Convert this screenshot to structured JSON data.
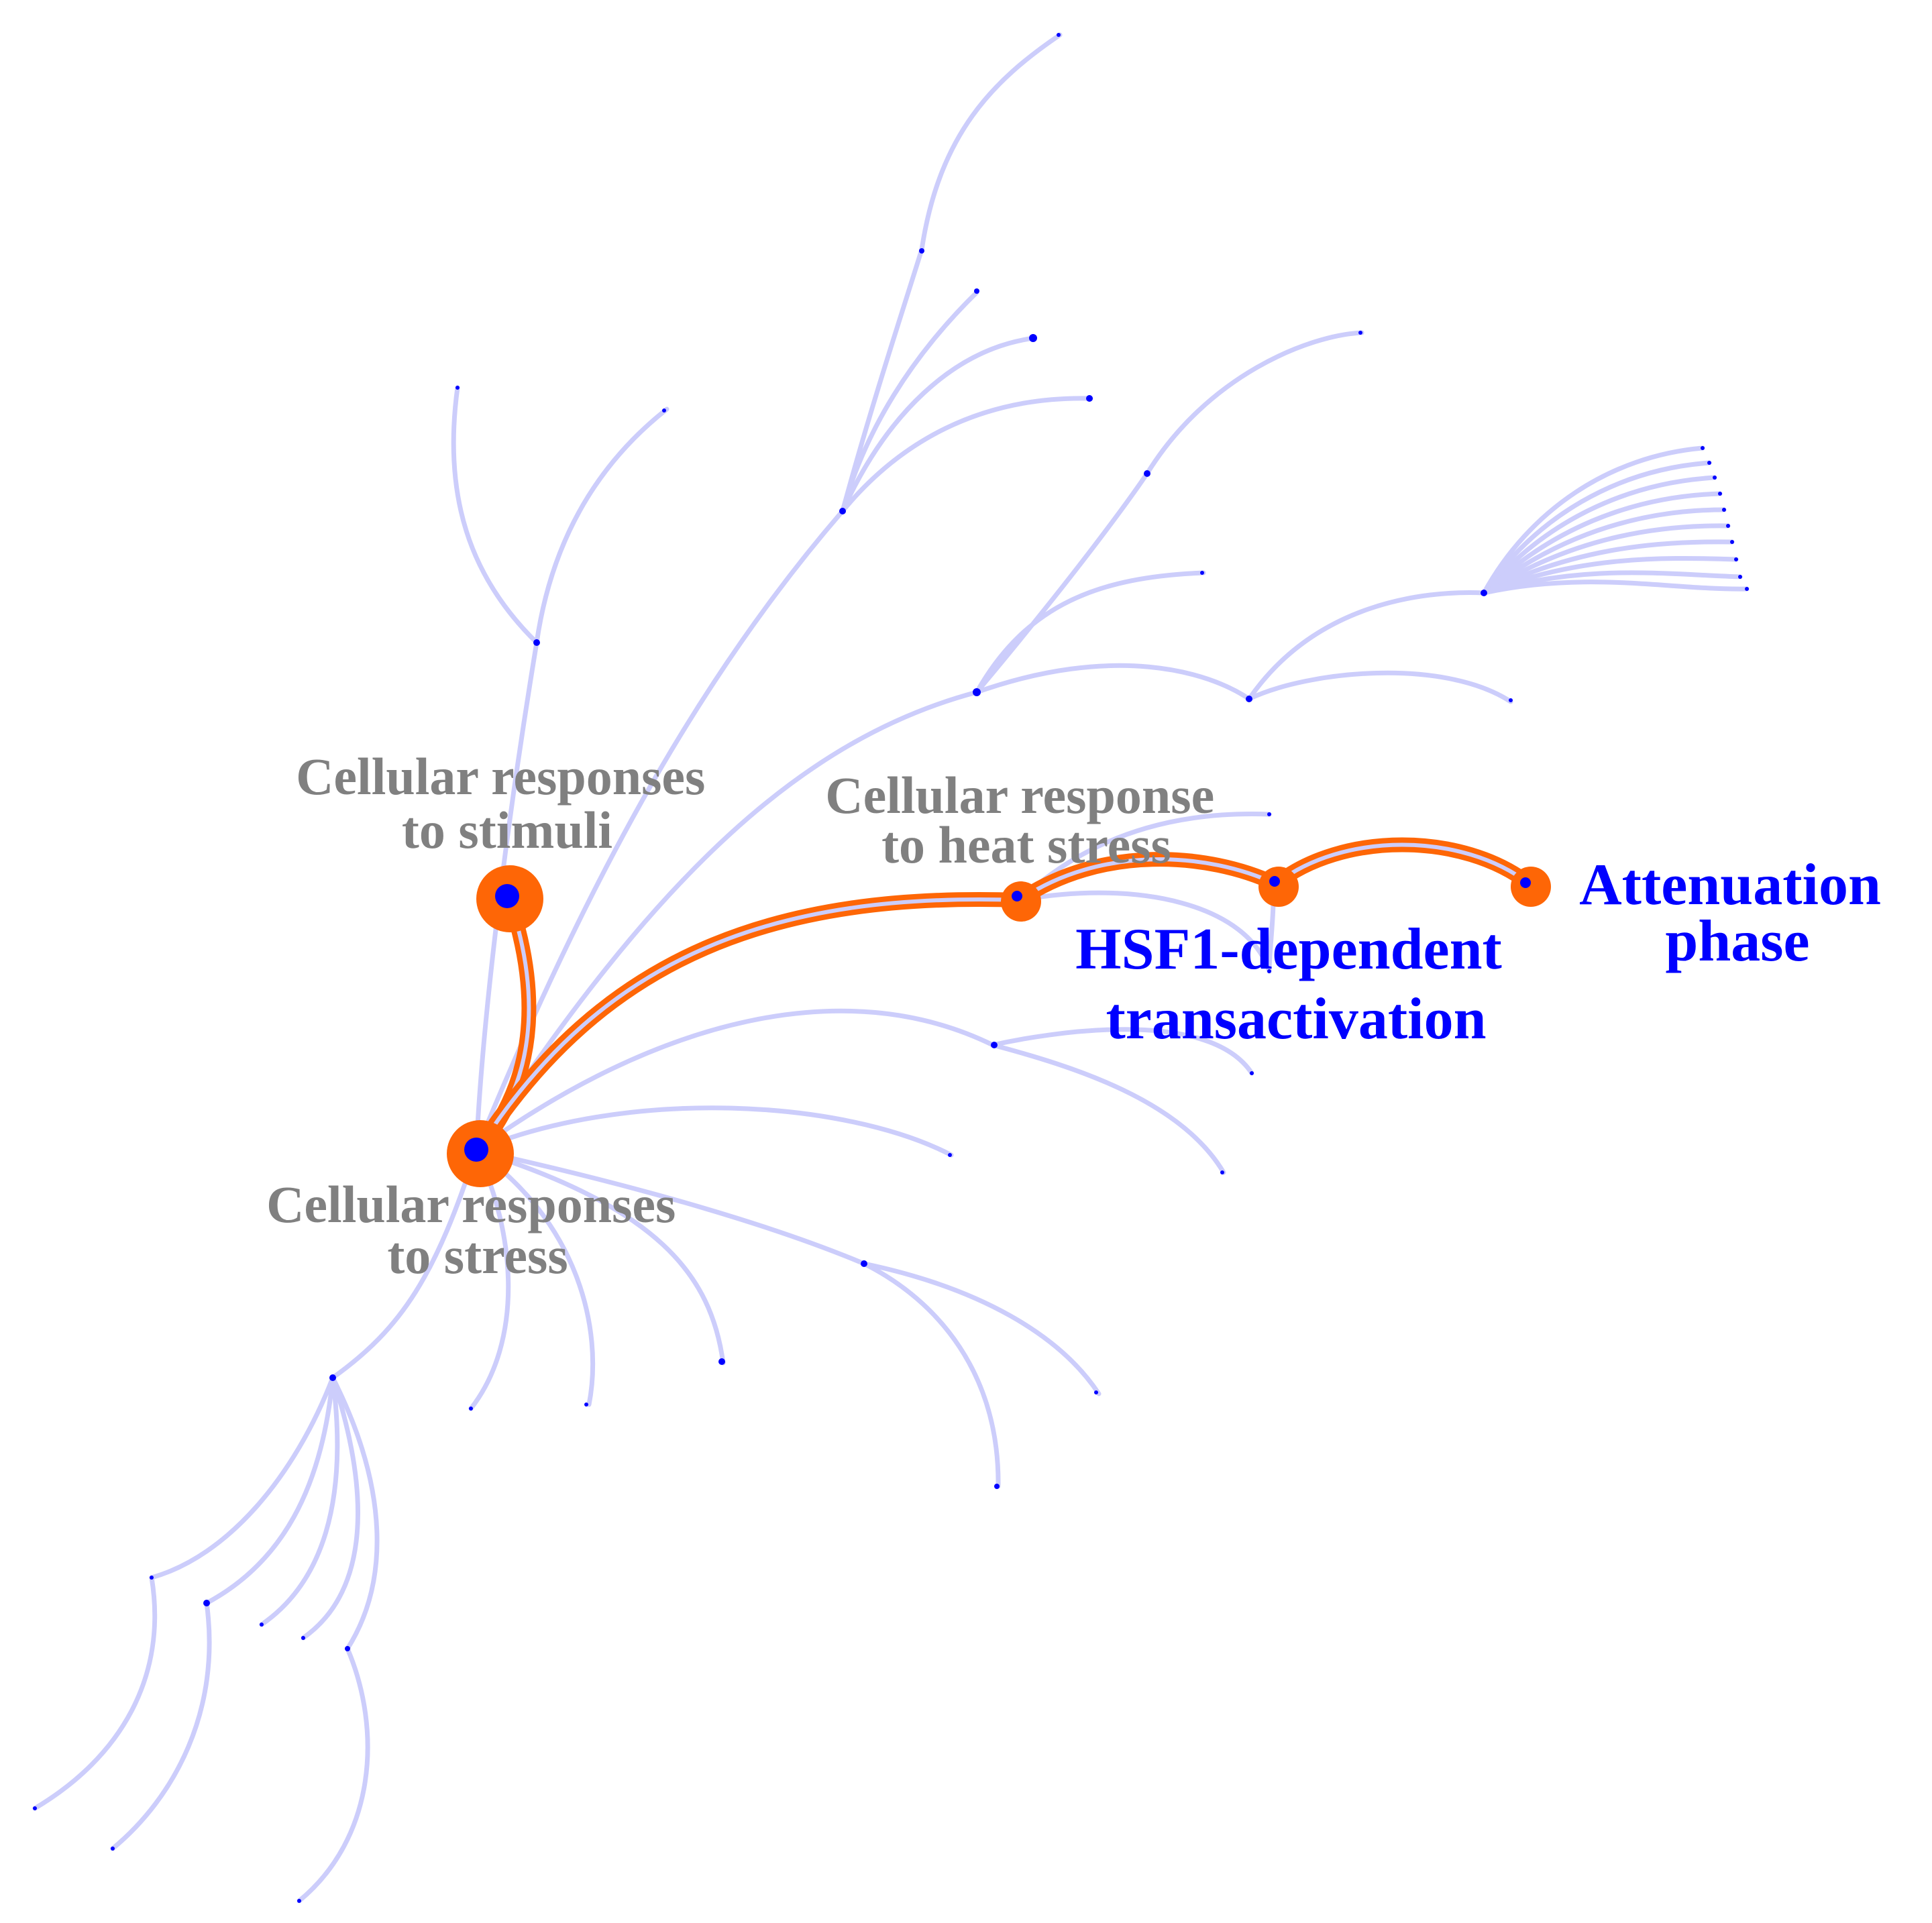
{
  "labels": {
    "stimuli": [
      "Cellular responses",
      "to stimuli"
    ],
    "stress": [
      "Cellular responses",
      "to stress"
    ],
    "heat": [
      "Cellular response",
      "to heat stress"
    ],
    "hsf1": [
      "HSF1-dependent",
      "transactivation"
    ],
    "attenuation": [
      "Attenuation",
      "phase"
    ]
  },
  "highlight_path": [
    "Cellular responses to stimuli",
    "Cellular responses to stress",
    "Cellular response to heat stress",
    "HSF1-dependent transactivation",
    "Attenuation phase"
  ],
  "colors": {
    "edge": "#cccdfb",
    "highlight": "#fe6606",
    "node": "#0000ff",
    "label_context": "#808080",
    "label_focus": "#0000ff"
  }
}
